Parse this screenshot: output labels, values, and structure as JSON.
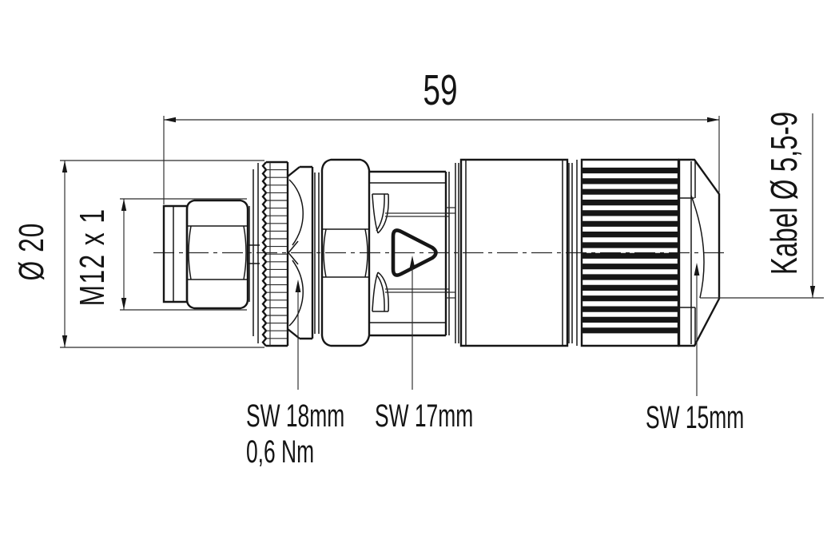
{
  "drawing": {
    "length": "59",
    "outer_diameter": "Ø 20",
    "thread": "M12 x 1",
    "cable_diameter": "Kabel Ø 5,5-9",
    "wrench_coupling": "SW 18mm",
    "tightening_torque": "0,6 Nm",
    "wrench_clamp": "SW 17mm",
    "wrench_gland": "SW 15mm"
  },
  "colors": {
    "line": "#161616",
    "background": "#ffffff"
  }
}
